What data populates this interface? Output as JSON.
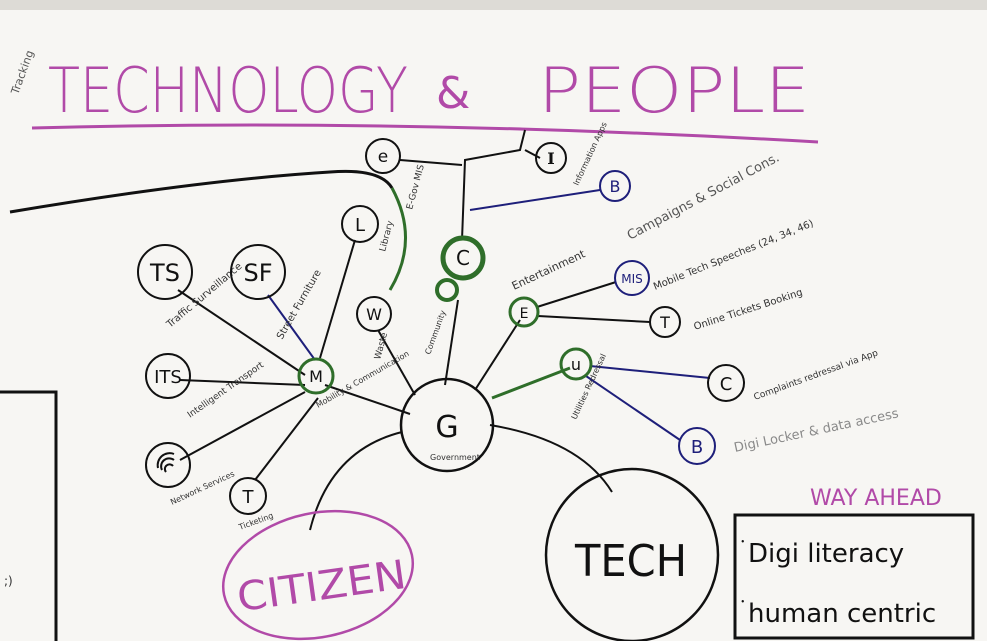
{
  "board": {
    "title_part1": "TECHNOLOGY",
    "title_amp": "&",
    "title_part2": "PEOPLE",
    "margin_note": "Tracking"
  },
  "hubs": {
    "center": "G",
    "center_caption": "Government",
    "citizen": "CITIZEN",
    "tech": "TECH"
  },
  "nodes": {
    "ts": {
      "letter": "TS",
      "caption": "Traffic Surveillance"
    },
    "sf": {
      "letter": "SF",
      "caption": "Street Furniture"
    },
    "l": {
      "letter": "L",
      "caption": "Library"
    },
    "w": {
      "letter": "W",
      "caption": "Waste"
    },
    "e_top": {
      "letter": "e",
      "caption": "E-Gov MIS"
    },
    "i": {
      "letter": "I",
      "caption": "Information Apps"
    },
    "b_top": {
      "letter": "B",
      "caption": ""
    },
    "c_comm": {
      "letter": "C",
      "caption": "Community"
    },
    "e_ent": {
      "letter": "E",
      "caption": "Entertainment"
    },
    "mis": {
      "letter": "MIS",
      "caption": "Mobile Tech Speeches (24, 34, 46)"
    },
    "t": {
      "letter": "T",
      "caption": "Online Tickets Booking"
    },
    "m": {
      "letter": "M",
      "caption": "Mobility & Communication"
    },
    "its": {
      "letter": "ITS",
      "caption": "Intelligent Transport"
    },
    "net": {
      "letter": "",
      "caption": "Network Services"
    },
    "tv": {
      "letter": "T",
      "caption": "Ticketing"
    },
    "u": {
      "letter": "u",
      "caption": "Utilities Redressal"
    },
    "c_right": {
      "letter": "C",
      "caption": "Complaints redressal via App"
    },
    "b_right": {
      "letter": "B",
      "caption": ""
    }
  },
  "notes": {
    "campaigns": "Campaigns & Social Cons.",
    "digi_locker": "Digi Locker & data access",
    "way_ahead": "WAY AHEAD"
  },
  "way_ahead_box": {
    "items": [
      "Digi literacy",
      "human centric"
    ]
  },
  "bottom_left_mark": ";)"
}
